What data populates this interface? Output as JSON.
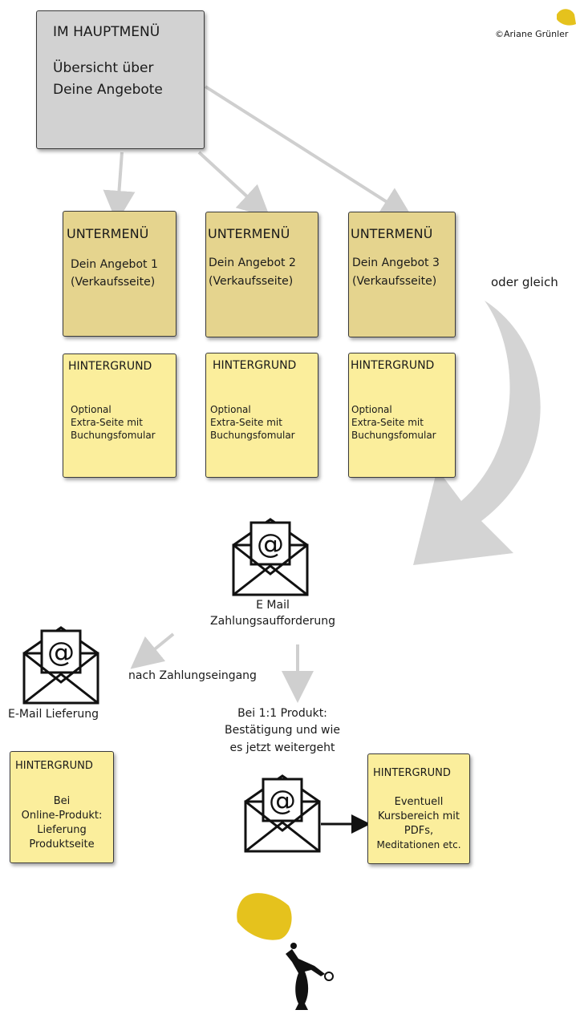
{
  "copyright": "©Ariane Grünler",
  "main_menu": {
    "title": "IM HAUPTMENÜ",
    "line1": "Übersicht über",
    "line2": "Deine Angebote"
  },
  "submenus": [
    {
      "title": "UNTERMENÜ",
      "line1": "Dein Angebot 1",
      "line2": "(Verkaufsseite)"
    },
    {
      "title": "UNTERMENÜ",
      "line1": "Dein Angebot 2",
      "line2": "(Verkaufsseite)"
    },
    {
      "title": "UNTERMENÜ",
      "line1": "Dein Angebot 3",
      "line2": "(Verkaufsseite)"
    }
  ],
  "backgrounds": [
    {
      "title": "HINTERGRUND",
      "line1": "Optional",
      "line2": "Extra-Seite mit",
      "line3": "Buchungsfomular"
    },
    {
      "title": "HINTERGRUND",
      "line1": "Optional",
      "line2": "Extra-Seite mit",
      "line3": "Buchungsfomular"
    },
    {
      "title": "HINTERGRUND",
      "line1": "Optional",
      "line2": "Extra-Seite mit",
      "line3": "Buchungsfomular"
    }
  ],
  "oder_gleich": "oder  gleich",
  "email_payment": {
    "line1": "E Mail",
    "line2": "Zahlungsaufforderung"
  },
  "after_payment": "nach Zahlungseingang",
  "email_delivery": "E-Mail Lieferung",
  "one_to_one": {
    "line1": "Bei 1:1 Produkt:",
    "line2": "Bestätigung und wie",
    "line3": "es jetzt weitergeht"
  },
  "bg_online": {
    "title": "HINTERGRUND",
    "line1": "Bei",
    "line2": "Online-Produkt:",
    "line3": "Lieferung",
    "line4": "Produktseite"
  },
  "bg_course": {
    "title": "HINTERGRUND",
    "line1": "Eventuell",
    "line2": "Kursbereich mit",
    "line3": "PDFs,",
    "line4": "Meditationen etc."
  },
  "icons": {
    "email": "email-envelope-icon",
    "logo": "logo-yellow-splash",
    "figure": "dancer-figure-icon"
  },
  "colors": {
    "main_box": "#d2d2d2",
    "submenu_box": "#e5d48e",
    "background_box": "#fbee9c",
    "arrow": "#cfcfcf",
    "yellow_splash": "#e5c21d"
  }
}
